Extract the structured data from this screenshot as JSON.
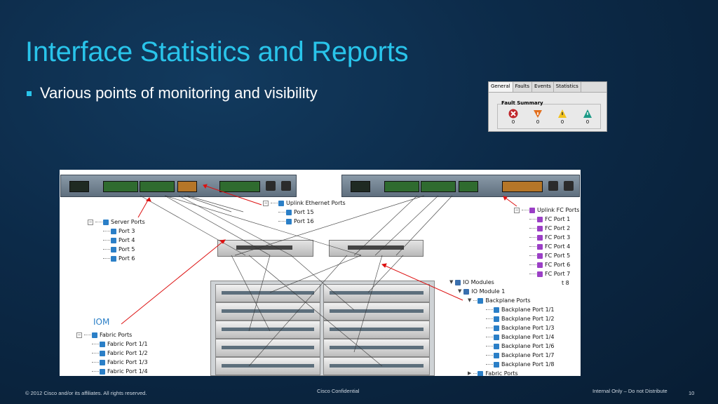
{
  "title": "Interface Statistics and Reports",
  "bullet": "Various points of monitoring and visibility",
  "fault_panel": {
    "tabs": [
      "General",
      "Faults",
      "Events",
      "Statistics"
    ],
    "summary_title": "Fault Summary",
    "counts": [
      "0",
      "0",
      "0",
      "0"
    ]
  },
  "diagram": {
    "iom_label": "IOM",
    "uplink_eth": {
      "header": "Uplink Ethernet Ports",
      "items": [
        "Port 15",
        "Port 16"
      ]
    },
    "server_ports": {
      "header": "Server Ports",
      "items": [
        "Port 3",
        "Port 4",
        "Port 5",
        "Port 6"
      ]
    },
    "uplink_fc": {
      "header": "Uplink FC Ports",
      "items": [
        "FC Port 1",
        "FC Port 2",
        "FC Port 3",
        "FC Port 4",
        "FC Port 5",
        "FC Port 6",
        "FC Port 7"
      ],
      "extra": "t 8"
    },
    "io_modules": {
      "header": "IO Modules",
      "module": "IO Module 1",
      "backplane_header": "Backplane Ports",
      "backplane_items": [
        "Backplane Port 1/1",
        "Backplane Port 1/2",
        "Backplane Port 1/3",
        "Backplane Port 1/4",
        "Backplane Port 1/6",
        "Backplane Port 1/7",
        "Backplane Port 1/8"
      ],
      "fabric_header": "Fabric Ports"
    },
    "fabric_ports": {
      "header": "Fabric Ports",
      "items": [
        "Fabric Port 1/1",
        "Fabric Port 1/2",
        "Fabric Port 1/3",
        "Fabric Port 1/4"
      ]
    }
  },
  "footer": {
    "copyright": "© 2012 Cisco and/or its affiliates. All rights reserved.",
    "confidential": "Cisco Confidential",
    "internal": "Internal Only – Do not Distribute",
    "page": "10"
  }
}
